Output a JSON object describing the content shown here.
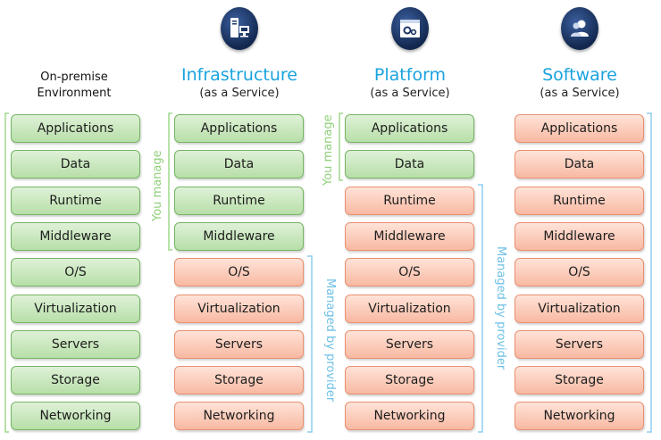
{
  "columns": [
    {
      "key": "onprem",
      "title_line1": "On-premise",
      "title_line2": "Environment",
      "layers": [
        {
          "label": "Applications",
          "managed_by": "you"
        },
        {
          "label": "Data",
          "managed_by": "you"
        },
        {
          "label": "Runtime",
          "managed_by": "you"
        },
        {
          "label": "Middleware",
          "managed_by": "you"
        },
        {
          "label": "O/S",
          "managed_by": "you"
        },
        {
          "label": "Virtualization",
          "managed_by": "you"
        },
        {
          "label": "Servers",
          "managed_by": "you"
        },
        {
          "label": "Storage",
          "managed_by": "you"
        },
        {
          "label": "Networking",
          "managed_by": "you"
        }
      ]
    },
    {
      "key": "iaas",
      "title": "Infrastructure",
      "subtitle": "(as a Service)",
      "icon": "server-computer-icon",
      "you_manage_label": "You manage",
      "managed_by_provider_label": "Managed by provider",
      "layers": [
        {
          "label": "Applications",
          "managed_by": "you"
        },
        {
          "label": "Data",
          "managed_by": "you"
        },
        {
          "label": "Runtime",
          "managed_by": "you"
        },
        {
          "label": "Middleware",
          "managed_by": "you"
        },
        {
          "label": "O/S",
          "managed_by": "provider"
        },
        {
          "label": "Virtualization",
          "managed_by": "provider"
        },
        {
          "label": "Servers",
          "managed_by": "provider"
        },
        {
          "label": "Storage",
          "managed_by": "provider"
        },
        {
          "label": "Networking",
          "managed_by": "provider"
        }
      ]
    },
    {
      "key": "paas",
      "title": "Platform",
      "subtitle": "(as a Service)",
      "icon": "window-gears-icon",
      "you_manage_label": "You manage",
      "managed_by_provider_label": "Managed by provider",
      "layers": [
        {
          "label": "Applications",
          "managed_by": "you"
        },
        {
          "label": "Data",
          "managed_by": "you"
        },
        {
          "label": "Runtime",
          "managed_by": "provider"
        },
        {
          "label": "Middleware",
          "managed_by": "provider"
        },
        {
          "label": "O/S",
          "managed_by": "provider"
        },
        {
          "label": "Virtualization",
          "managed_by": "provider"
        },
        {
          "label": "Servers",
          "managed_by": "provider"
        },
        {
          "label": "Storage",
          "managed_by": "provider"
        },
        {
          "label": "Networking",
          "managed_by": "provider"
        }
      ]
    },
    {
      "key": "saas",
      "title": "Software",
      "subtitle": "(as a Service)",
      "icon": "users-icon",
      "layers": [
        {
          "label": "Applications",
          "managed_by": "provider"
        },
        {
          "label": "Data",
          "managed_by": "provider"
        },
        {
          "label": "Runtime",
          "managed_by": "provider"
        },
        {
          "label": "Middleware",
          "managed_by": "provider"
        },
        {
          "label": "O/S",
          "managed_by": "provider"
        },
        {
          "label": "Virtualization",
          "managed_by": "provider"
        },
        {
          "label": "Servers",
          "managed_by": "provider"
        },
        {
          "label": "Storage",
          "managed_by": "provider"
        },
        {
          "label": "Networking",
          "managed_by": "provider"
        }
      ]
    }
  ],
  "colors": {
    "you_manage": "#b7dfa8",
    "provider": "#f8b9a2",
    "title_blue": "#1aa3de",
    "you_manage_text": "#8fd07a",
    "provider_text": "#6fc1e6"
  }
}
